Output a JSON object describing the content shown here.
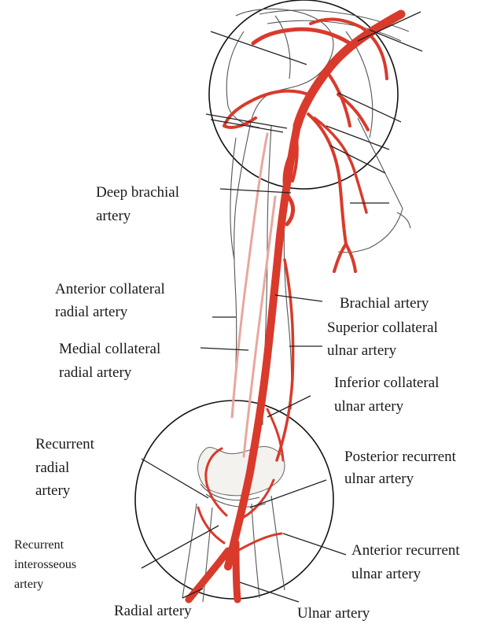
{
  "colors": {
    "artery": "#d93a2b",
    "artery_pale": "#e8a79f",
    "outline": "#555555",
    "text": "#1a1a1a"
  },
  "labels": {
    "deep_brachial": [
      "Deep brachial",
      "artery"
    ],
    "anterior_collateral_radial": [
      "Anterior collateral",
      "radial artery"
    ],
    "medial_collateral_radial": [
      "Medial collateral",
      "radial artery"
    ],
    "recurrent_radial": [
      "Recurrent",
      "radial",
      "artery"
    ],
    "recurrent_interosseous": [
      "Recurrent",
      "interosseous",
      "artery"
    ],
    "radial": [
      "Radial artery"
    ],
    "brachial": [
      "Brachial artery"
    ],
    "superior_collateral_ulnar": [
      "Superior collateral",
      "ulnar artery"
    ],
    "inferior_collateral_ulnar": [
      "Inferior collateral",
      "ulnar artery"
    ],
    "posterior_recurrent_ulnar": [
      "Posterior recurrent",
      "ulnar artery"
    ],
    "anterior_recurrent_ulnar": [
      "Anterior recurrent",
      "ulnar artery"
    ],
    "ulnar": [
      "Ulnar artery"
    ]
  }
}
